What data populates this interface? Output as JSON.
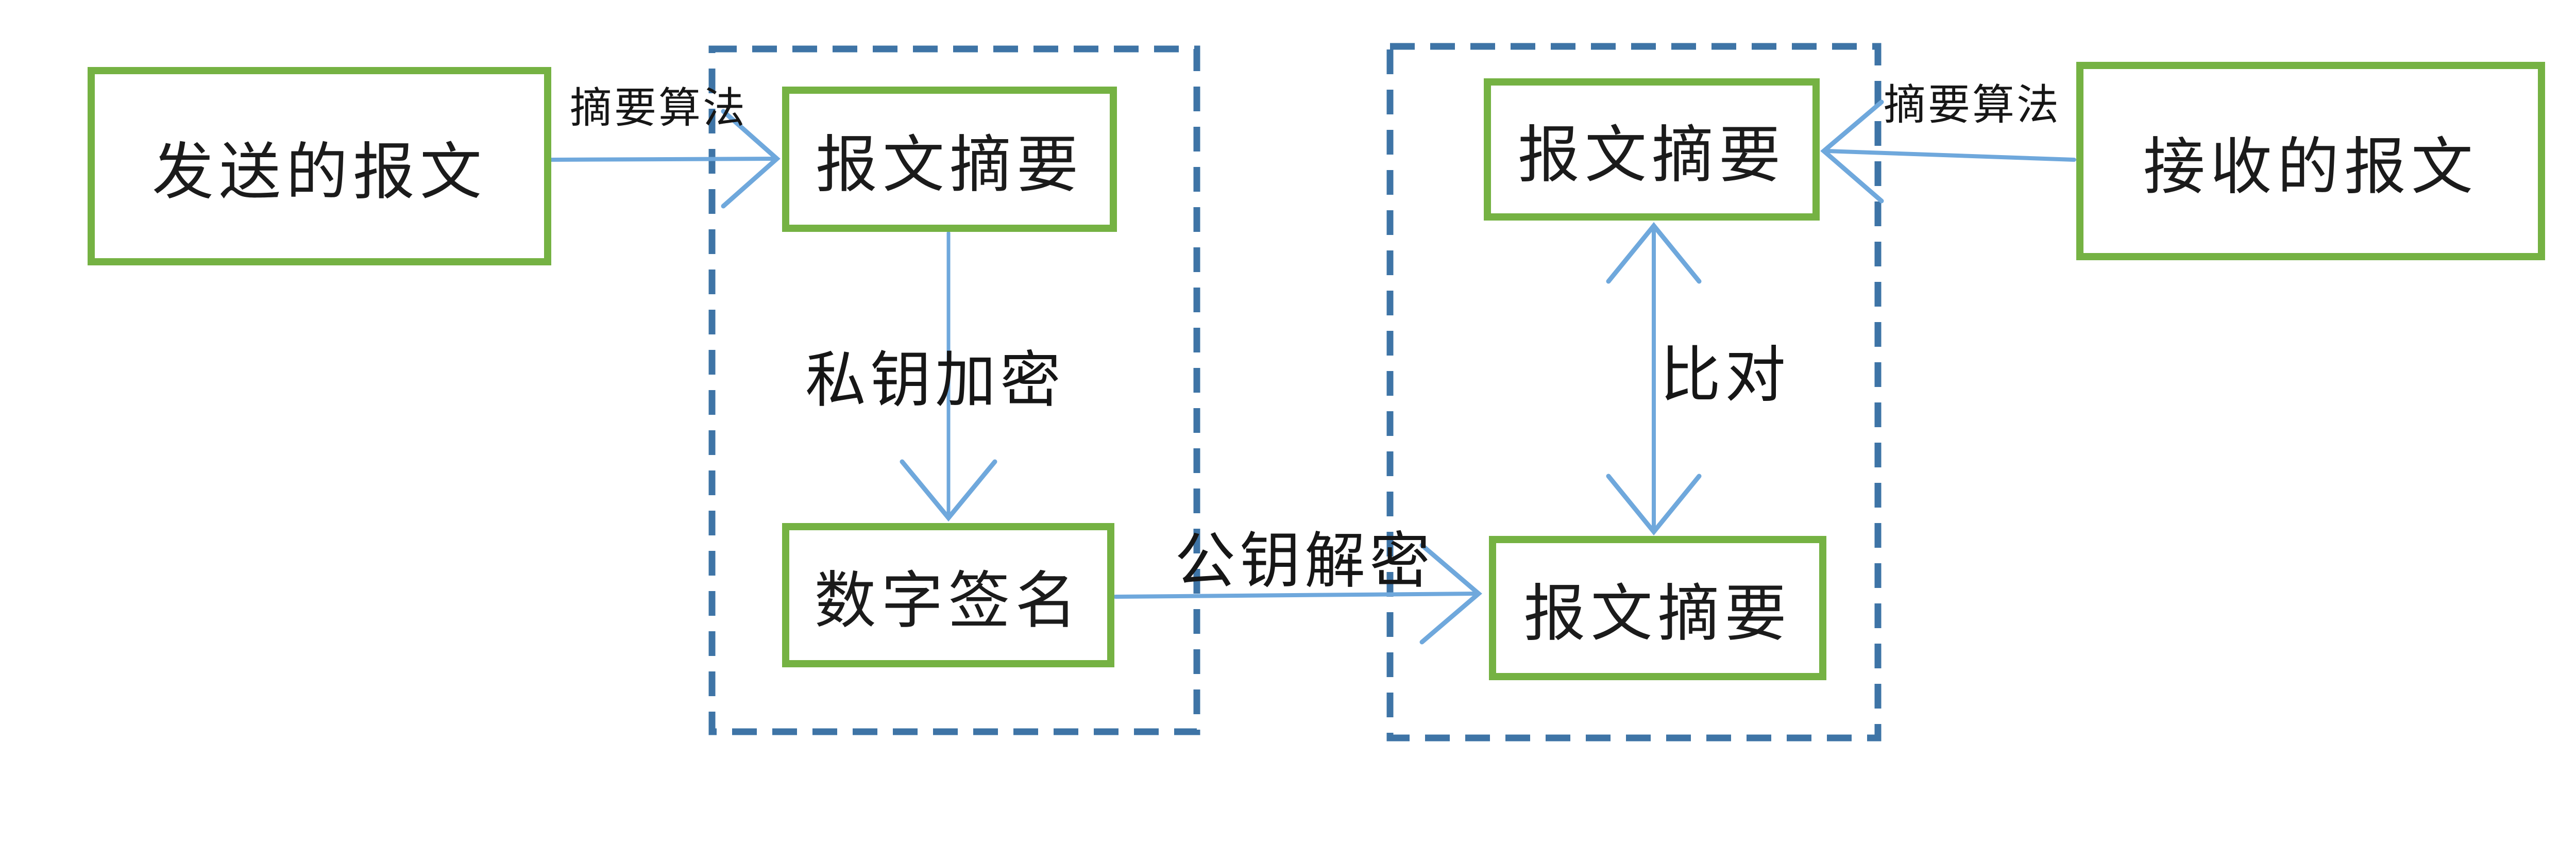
{
  "diagram": {
    "title_implicit": "数字签名与报文摘要验证流程",
    "colors": {
      "background": "#ffffff",
      "node_border_green": "#75b243",
      "dashed_container_blue": "#3e74a6",
      "arrow_blue": "#6fa8dc",
      "text": "#1b1b1b"
    },
    "nodes": {
      "send": "发送的报文",
      "digest_sender": "报文摘要",
      "signature": "数字签名",
      "digest_receiver_top": "报文摘要",
      "digest_receiver_bottom": "报文摘要",
      "receive": "接收的报文"
    },
    "edges": {
      "digest_algorithm_left": "摘要算法",
      "private_key_encrypt": "私钥加密",
      "public_key_decrypt": "公钥解密",
      "compare": "比对",
      "digest_algorithm_right": "摘要算法"
    }
  }
}
